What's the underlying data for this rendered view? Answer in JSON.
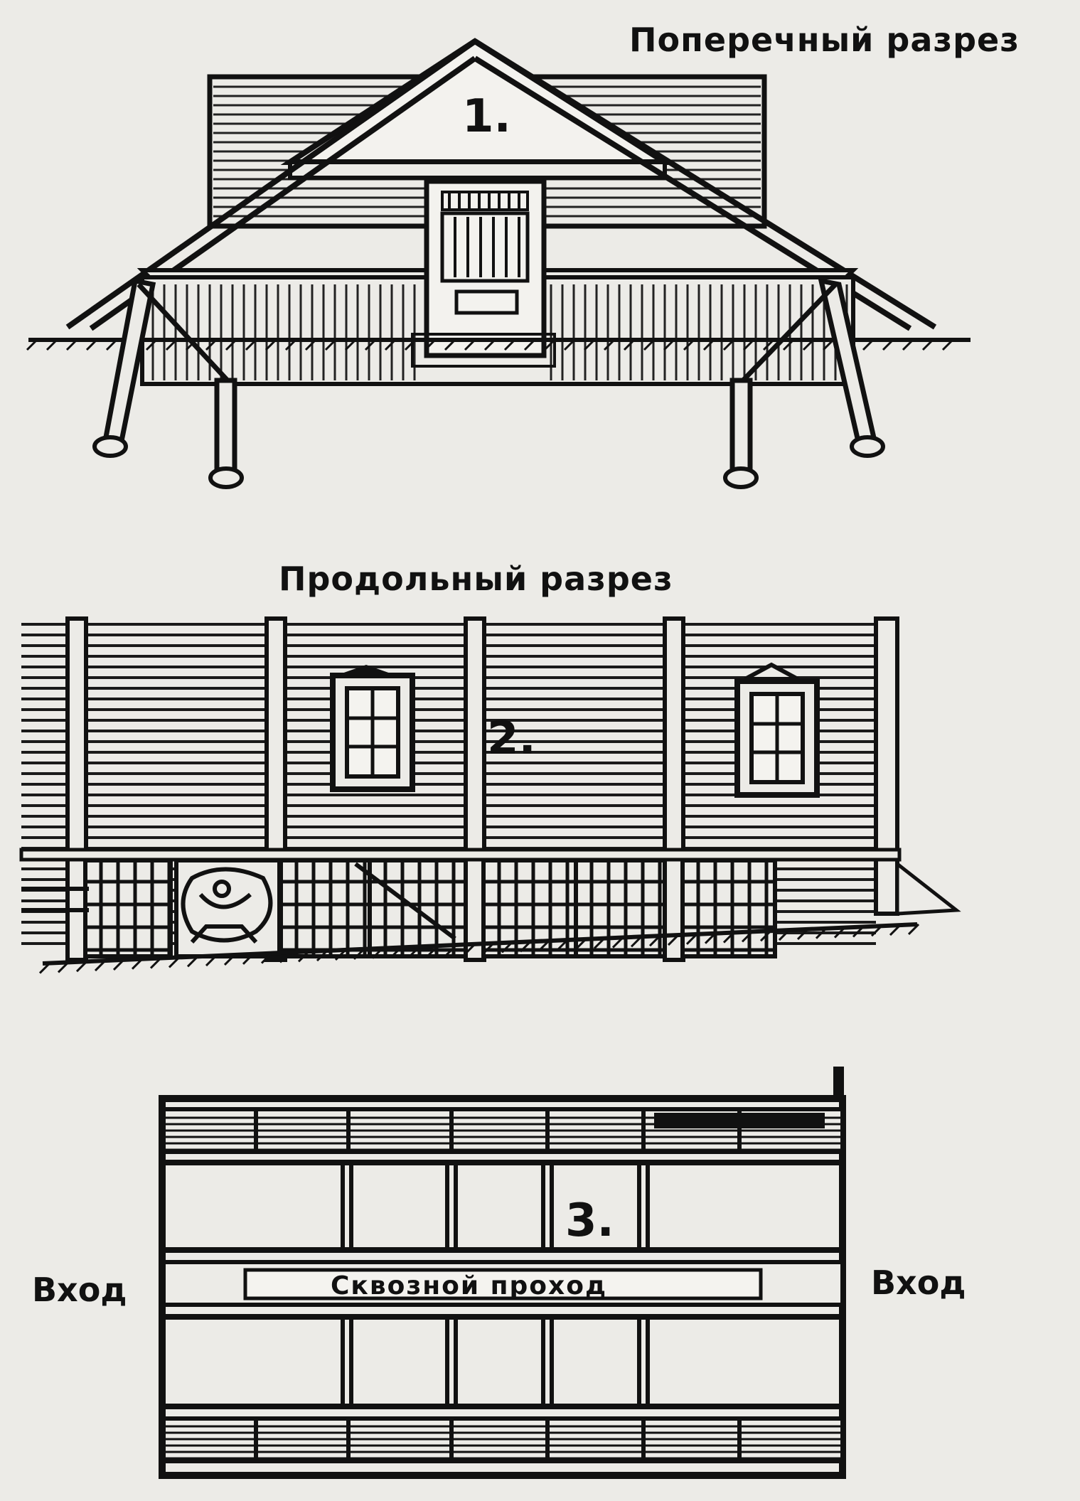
{
  "figure_1": {
    "heading": "Поперечный разрез",
    "numeral": "1."
  },
  "figure_2": {
    "heading": "Продольный разрез",
    "numeral": "2."
  },
  "figure_3": {
    "numeral": "3.",
    "entrance_left": "Вход",
    "entrance_right": "Вход",
    "passage_label": "Сквозной проход"
  },
  "colors": {
    "ink": "#111111",
    "paper": "#ecebe7"
  }
}
